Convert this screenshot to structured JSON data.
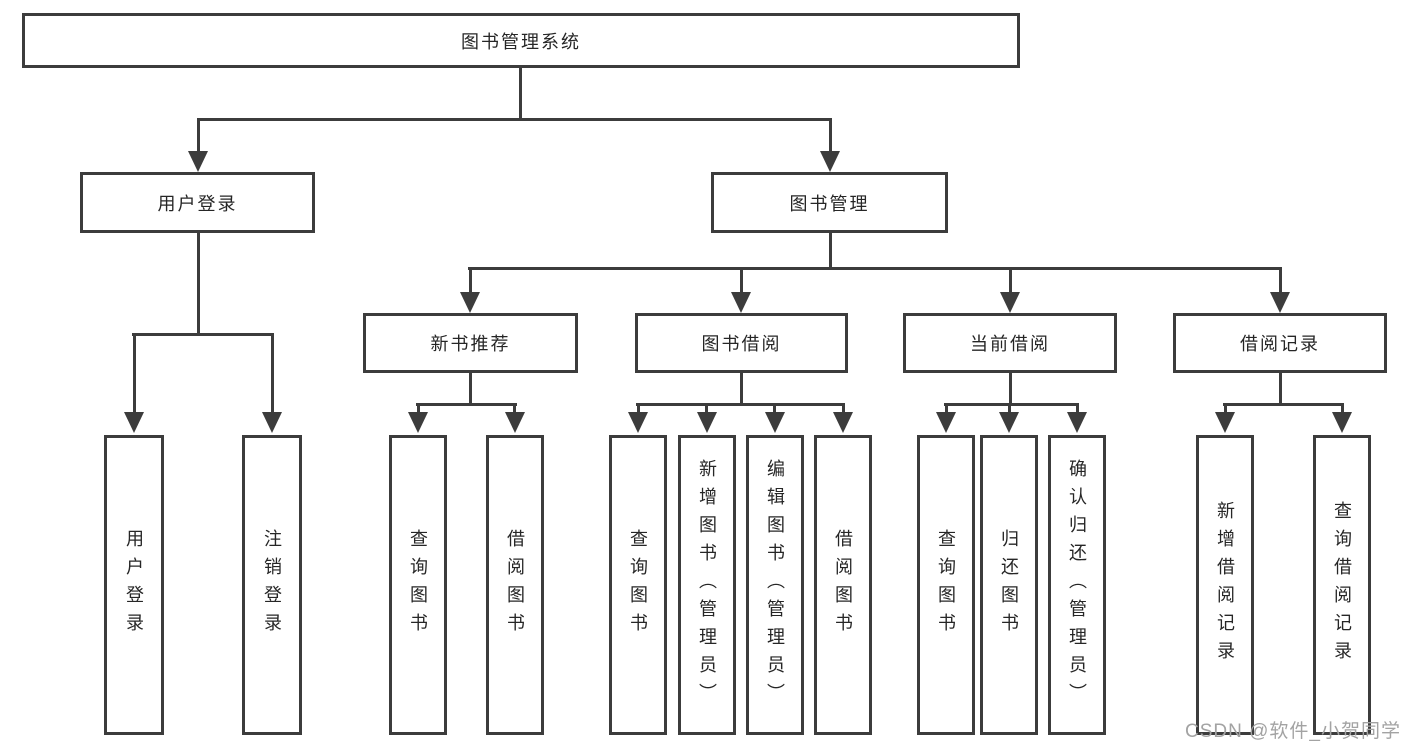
{
  "diagram": {
    "title": "图书管理系统",
    "root": {
      "label": "图书管理系统"
    },
    "level2": [
      {
        "label": "用户登录"
      },
      {
        "label": "图书管理"
      }
    ],
    "level3": [
      {
        "label": "新书推荐"
      },
      {
        "label": "图书借阅"
      },
      {
        "label": "当前借阅"
      },
      {
        "label": "借阅记录"
      }
    ],
    "leaves": {
      "user_login": [
        {
          "label": "用户登录"
        },
        {
          "label": "注销登录"
        }
      ],
      "new_book_recommendation": [
        {
          "label": "查询图书"
        },
        {
          "label": "借阅图书"
        }
      ],
      "book_borrowing": [
        {
          "label": "查询图书"
        },
        {
          "label": "新增图书（管理员）"
        },
        {
          "label": "编辑图书（管理员）"
        },
        {
          "label": "借阅图书"
        }
      ],
      "current_borrowing": [
        {
          "label": "查询图书"
        },
        {
          "label": "归还图书"
        },
        {
          "label": "确认归还（管理员）"
        }
      ],
      "borrowing_records": [
        {
          "label": "新增借阅记录"
        },
        {
          "label": "查询借阅记录"
        }
      ]
    },
    "watermark": "CSDN @软件_小贺同学",
    "colors": {
      "line": "#3c3c3c",
      "text": "#262626",
      "background": "#ffffff",
      "watermark": "#a3a3a3"
    }
  }
}
